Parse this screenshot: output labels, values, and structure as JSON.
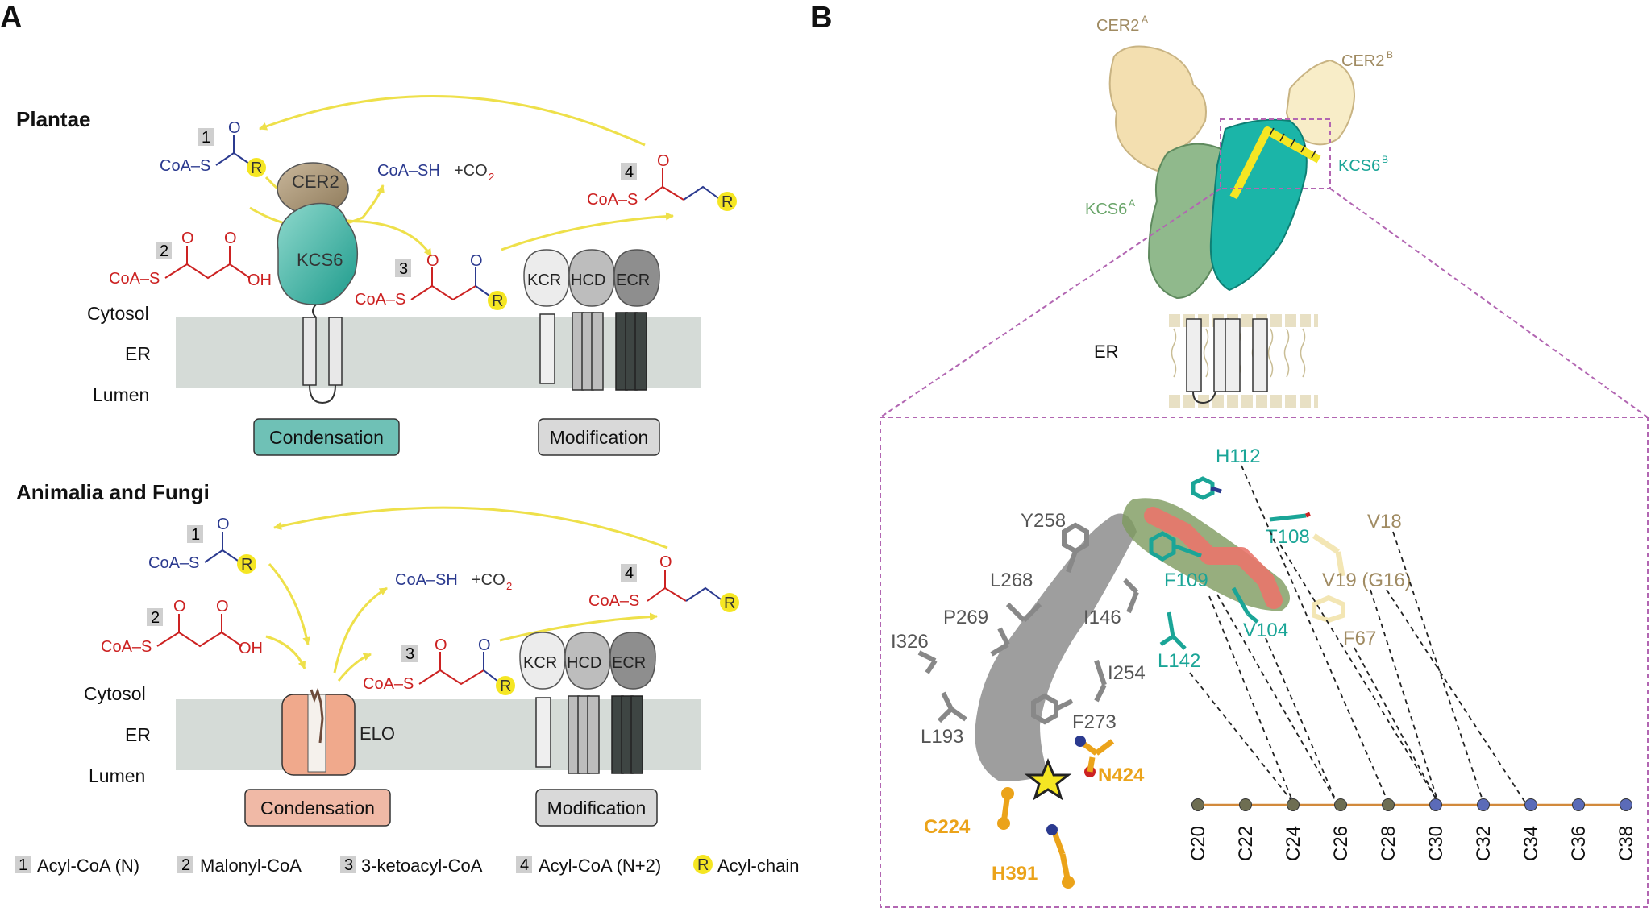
{
  "panels": {
    "a": "A",
    "b": "B"
  },
  "panel_a": {
    "plantae": {
      "title": "Plantae",
      "membrane": {
        "cytosol": "Cytosol",
        "er": "ER",
        "lumen": "Lumen"
      },
      "enzymes": {
        "cer2": "CER2",
        "kcs6": "KCS6",
        "kcr": "KCR",
        "hcd": "HCD",
        "ecr": "ECR"
      },
      "boxes": {
        "condensation": "Condensation",
        "modification": "Modification"
      },
      "molecules": {
        "n1": "1",
        "n2": "2",
        "n3": "3",
        "n4": "4",
        "coa_s": "CoA–S",
        "o": "O",
        "r": "R",
        "oh": "OH",
        "coa_sh": "CoA–SH",
        "co2_plus": "+CO",
        "co2_sub": "2"
      }
    },
    "animalia": {
      "title": "Animalia and Fungi",
      "membrane": {
        "cytosol": "Cytosol",
        "er": "ER",
        "lumen": "Lumen"
      },
      "enzymes": {
        "elo": "ELO",
        "kcr": "KCR",
        "hcd": "HCD",
        "ecr": "ECR"
      },
      "boxes": {
        "condensation": "Condensation",
        "modification": "Modification"
      },
      "molecules": {
        "n1": "1",
        "n2": "2",
        "n3": "3",
        "n4": "4",
        "coa_s": "CoA–S",
        "o": "O",
        "r": "R",
        "oh": "OH",
        "coa_sh": "CoA–SH",
        "co2_plus": "+CO",
        "co2_sub": "2"
      }
    },
    "legend": [
      {
        "key": "1",
        "label": "Acyl-CoA (N)"
      },
      {
        "key": "2",
        "label": "Malonyl-CoA"
      },
      {
        "key": "3",
        "label": "3-ketoacyl-CoA"
      },
      {
        "key": "4",
        "label": "Acyl-CoA (N+2)"
      },
      {
        "key": "R",
        "label": "Acyl-chain"
      }
    ]
  },
  "panel_b": {
    "structure": {
      "cer2a": "CER2",
      "cer2a_sup": "A",
      "cer2b": "CER2",
      "cer2b_sup": "B",
      "kcs6a": "KCS6",
      "kcs6a_sup": "A",
      "kcs6b": "KCS6",
      "kcs6b_sup": "B",
      "er": "ER"
    },
    "residues": {
      "teal": [
        "H112",
        "T108",
        "F109",
        "V104",
        "L142"
      ],
      "tan": [
        "V18",
        "V19 (G16)",
        "F67"
      ],
      "gray": [
        "Y258",
        "L268",
        "P269",
        "I146",
        "I326",
        "I254",
        "L193",
        "F273"
      ],
      "orange": [
        "N424",
        "C224",
        "H391"
      ]
    },
    "chain_lengths": [
      "C20",
      "C22",
      "C24",
      "C26",
      "C28",
      "C30",
      "C32",
      "C34",
      "C36",
      "C38"
    ],
    "colors": {
      "teal": "#1aa597",
      "tan": "#a08b62",
      "orange": "#eba31a",
      "gray_residue": "#555555",
      "magenta_dash": "#b266b2",
      "yellow_arrow": "#f2e04a",
      "membrane": "#d5dbd7",
      "condensation_plant": "#6fc1b6",
      "condensation_animal": "#f0b9a6",
      "modification": "#d9d9d9"
    }
  }
}
